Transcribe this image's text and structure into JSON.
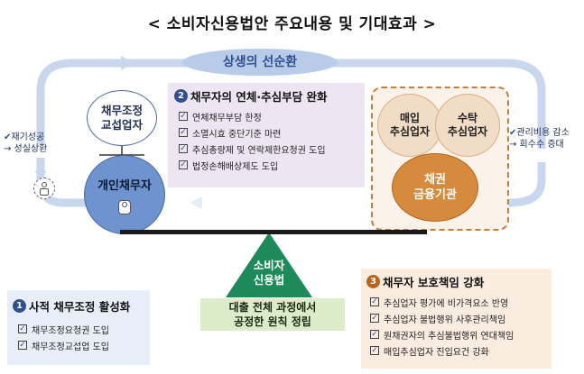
{
  "title": "< 소비자신용법안 주요내용 및 기대효과 >",
  "cycle": {
    "label": "상생의 선순환"
  },
  "left_side": {
    "check": "✔",
    "line1": "재기성공",
    "line2": "→ 성실상환"
  },
  "right_side": {
    "check": "✔",
    "line1": "관리비용 감소",
    "line2": "→ 회수수 증대"
  },
  "debtor_side": {
    "mediator": [
      "채무조정",
      "교섭업자"
    ],
    "debtor": "개인채무자"
  },
  "section2": {
    "number": "2",
    "title": "채무자의 연체·추심부담 완화",
    "items": [
      "연체채무부담 한정",
      "소멸시효 중단기준 마련",
      "추심총량제 및 연락제한요청권 도입",
      "법정손해배상제도 도입"
    ]
  },
  "creditor_side": {
    "buy": [
      "매입",
      "추심업자"
    ],
    "trust": [
      "수탁",
      "추심업자"
    ],
    "bank": [
      "채권",
      "금융기관"
    ]
  },
  "fulcrum": {
    "label": [
      "소비자",
      "신용법"
    ]
  },
  "principle": [
    "대출 전체 과정에서",
    "공정한 원칙 정립"
  ],
  "section1": {
    "number": "1",
    "title": "사적 채무조정 활성화",
    "items": [
      "채무조정요청권 도입",
      "채무조정교섭업 도입"
    ]
  },
  "section3": {
    "number": "3",
    "title": "채무자 보호책임 강화",
    "items": [
      "추심업자 평가에 비가격요소 반영",
      "추심업자 불법행위 사후관리책임",
      "원채권자의 추심불법행위 연대책임",
      "매입추심업자 진입요건 강화"
    ]
  },
  "colors": {
    "navy": "#2f4f8f",
    "orange": "#d58a3d",
    "pink": "#eee5f2",
    "green": "#dcebc9",
    "cycle": "#b8cbe9"
  }
}
